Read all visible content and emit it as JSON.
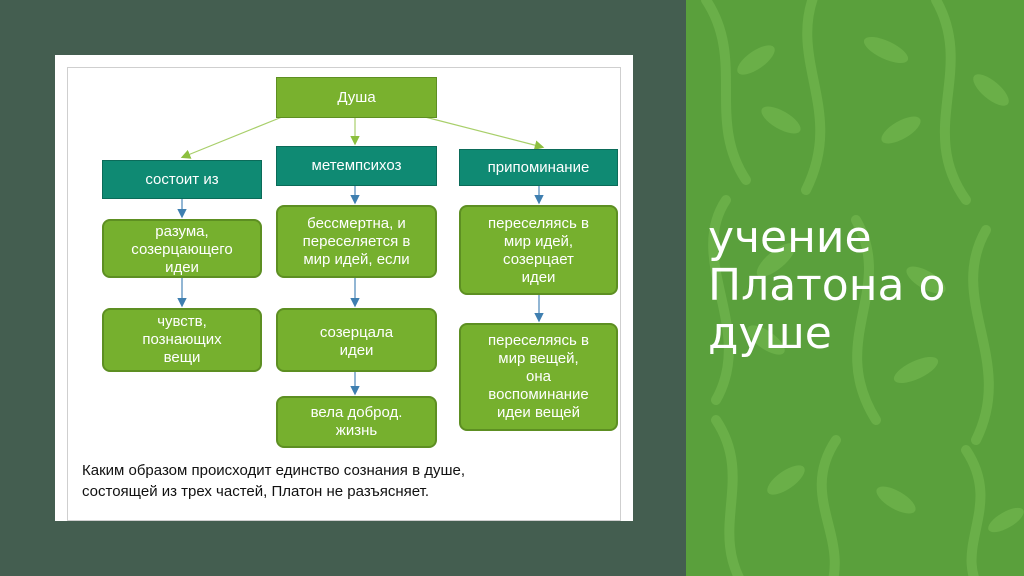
{
  "slide": {
    "title_lines": [
      "учение",
      "Платона о",
      "душе"
    ],
    "caption_lines": [
      "Каким образом происходит единство сознания в душе,",
      "состоящей из трех частей, Платон не разъясняет."
    ]
  },
  "diagram": {
    "root": "Душа",
    "col1": {
      "header": "состоит из",
      "item1": [
        "разума,",
        "созерцающего",
        "идеи"
      ],
      "item2": [
        "чувств,",
        "познающих",
        "вещи"
      ]
    },
    "col2": {
      "header": "метемпсихоз",
      "item1": [
        "бессмертна, и",
        "переселяется в",
        "мир идей, если"
      ],
      "item2": [
        "созерцала",
        "идеи"
      ],
      "item3": [
        "вела доброд.",
        "жизнь"
      ]
    },
    "col3": {
      "header": "припоминание",
      "item1": [
        "переселяясь в",
        "мир идей,",
        "созерцает",
        "идеи"
      ],
      "item2": [
        "переселяясь в",
        "мир вещей,",
        "она",
        "воспоминание",
        "идеи вещей"
      ]
    }
  },
  "colors": {
    "dark_bg": "#445e50",
    "panel_green": "#5aa03c",
    "node_green": "#76b02e",
    "node_teal": "#0f8a73"
  }
}
